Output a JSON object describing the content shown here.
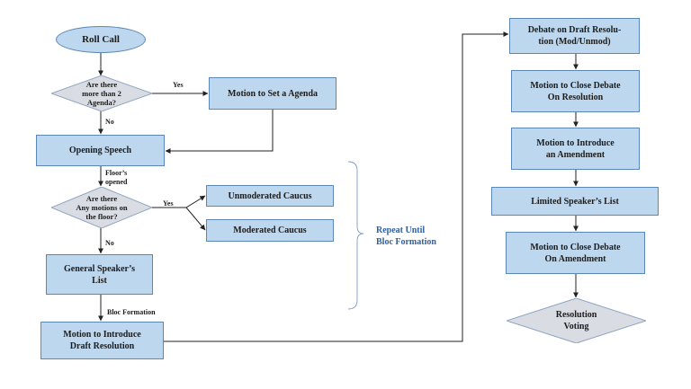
{
  "colors": {
    "node_fill": "#bdd7ee",
    "node_border": "#5b87b5",
    "diamond_fill": "#d9dde3",
    "diamond_border": "#8fa5c2",
    "edge": "#222222",
    "group_label": "#2f5f9f"
  },
  "nodes": {
    "roll_call": "Roll Call",
    "q_agenda": "Are there\nmore than 2\nAgenda?",
    "motion_agenda": "Motion to Set a Agenda",
    "opening_speech": "Opening Speech",
    "q_motions": "Are there\nAny motions on\nthe floor?",
    "unmod_caucus": "Unmoderated Caucus",
    "mod_caucus": "Moderated Caucus",
    "gsl": "General Speaker’s\nList",
    "motion_dr": "Motion to Introduce\nDraft Resolution",
    "debate_dr": "Debate on Draft Resolu-\ntion (Mod/Unmod)",
    "close_debate_res": "Motion to Close Debate\nOn Resolution",
    "motion_amend": "Motion to Introduce\nan Amendment",
    "limited_sl": "Limited Speaker’s List",
    "close_debate_amend": "Motion to Close Debate\nOn Amendment",
    "res_voting": "Resolution\nVoting"
  },
  "edge_labels": {
    "yes1": "Yes",
    "no1": "No",
    "floor": "Floor’s\nopened",
    "yes2": "Yes",
    "no2": "No",
    "bloc": "Bloc Formation"
  },
  "group_label": "Repeat Until\nBloc Formation"
}
